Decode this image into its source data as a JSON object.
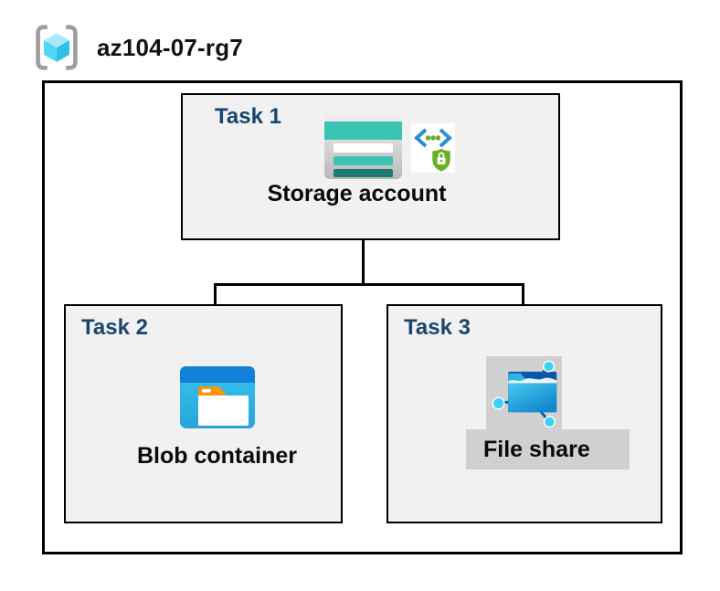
{
  "header": {
    "resource_group_name": "az104-07-rg7",
    "icon": "resource-group-icon"
  },
  "diagram": {
    "tasks": [
      {
        "label": "Task 1",
        "item": "Storage account",
        "icons": [
          "storage-account-icon",
          "secure-access-sas-icon"
        ]
      },
      {
        "label": "Task 2",
        "item": "Blob container",
        "icons": [
          "blob-container-icon"
        ]
      },
      {
        "label": "Task 3",
        "item": "File share",
        "icons": [
          "file-share-icon"
        ],
        "highlighted": true
      }
    ],
    "connections": [
      {
        "from": "Storage account",
        "to": "Blob container"
      },
      {
        "from": "Storage account",
        "to": "File share"
      }
    ]
  },
  "colors": {
    "task_label_navy": "#17466f",
    "task_box_fill": "#f1f1f1",
    "border_black": "#000000",
    "highlight_gray": "#d0d0d0",
    "storage_teal": "#3cc3b4",
    "storage_teal_dark": "#20796f",
    "blob_title_blue": "#1180d8",
    "blob_body_cyan": "#36c3ed",
    "folder_tab_orange": "#f5970f",
    "sas_bracket_blue": "#2b8fd8",
    "sas_green": "#69b024",
    "rg_bracket_gray": "#9e9e9e",
    "rg_cube_cyan": "#53d4f4",
    "fileshare_navy": "#0a58a8",
    "fileshare_node_cyan": "#3bd0f5"
  }
}
